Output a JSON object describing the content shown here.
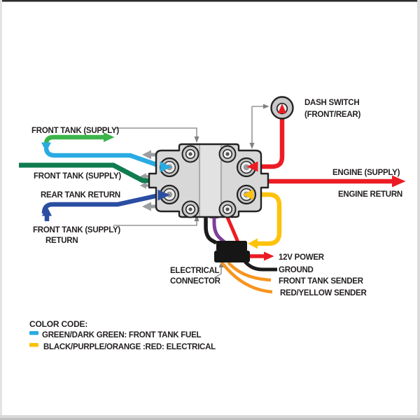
{
  "diagram_title": "fuel-tank-selector-valve-wiring-diagram",
  "labels": {
    "front_tank_supply_top": "FRONT TANK (SUPPLY)",
    "front_tank_supply_mid": "FRONT TANK (SUPPLY)",
    "rear_tank_return": "REAR TANK RETURN",
    "front_tank_supply_return_l1": "FRONT TANK (SUPPLY)",
    "front_tank_supply_return_l2": "RETURN",
    "dash_switch_l1": "DASH SWITCH",
    "dash_switch_l2": "(FRONT/REAR)",
    "engine_supply": "ENGINE (SUPPLY)",
    "engine_return": "ENGINE RETURN",
    "twelve_v_power": "12V POWER",
    "ground": "GROUND",
    "front_tank_sender": "FRONT TANK SENDER",
    "red_yellow_sender": "RED/YELLOW  SENDER",
    "electrical_l1": "ELECTRICAL",
    "electrical_l2": "CONNECTOR"
  },
  "legend": {
    "title": "COLOR CODE:",
    "items": [
      {
        "color": "#29abe2",
        "text": "GREEN/DARK GREEN: FRONT TANK FUEL"
      },
      {
        "color": "#fdc20a",
        "text": "BLACK/PURPLE/ORANGE :RED: ELECTRICAL"
      }
    ]
  },
  "colors": {
    "bright_green": "#3bb54a",
    "dark_green": "#0f7c4f",
    "cyan": "#29abe2",
    "blue": "#2b4ea2",
    "red": "#ec1c24",
    "yellow": "#fdc20a",
    "orange": "#f7941e",
    "purple": "#7f3f98",
    "black_wire": "#1b1b1b",
    "gray_arrow": "#9c9ea1",
    "pointer_gray": "#808080",
    "text": "#231f20"
  }
}
